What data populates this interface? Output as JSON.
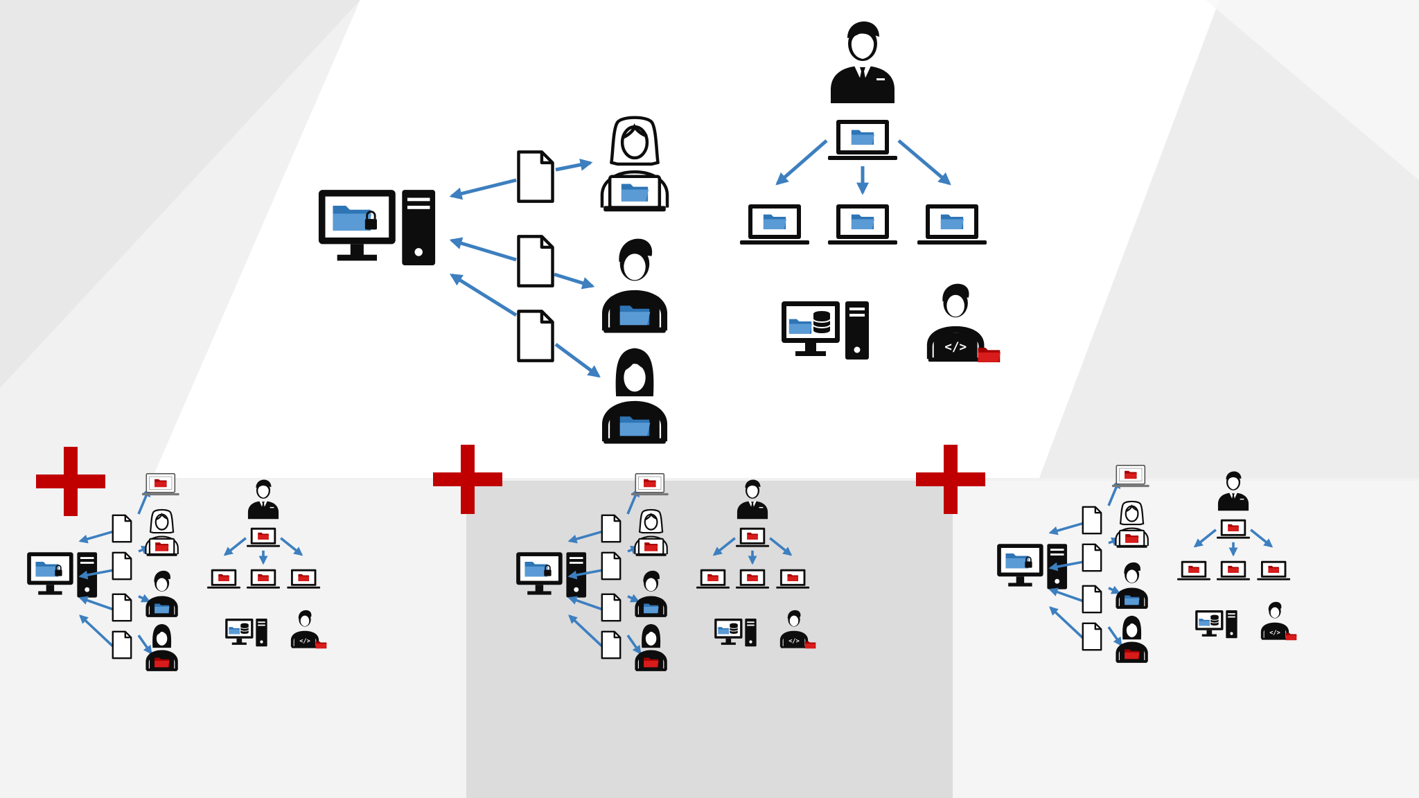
{
  "colors": {
    "black": "#0d0d0d",
    "blue": "#2e75b6",
    "arrow_blue": "#3d7fbf",
    "red": "#cc0000",
    "panel_light": "#f4f4f5",
    "panel_mid": "#dcdcdd",
    "background": "#f2f2f3"
  },
  "scenes": [
    {
      "id": "main",
      "variant": "main"
    },
    {
      "id": "combo-left",
      "variant": "left"
    },
    {
      "id": "combo-middle",
      "variant": "middle"
    },
    {
      "id": "combo-right",
      "variant": "right"
    }
  ],
  "icons": {
    "workstation": "desktop-tower-icon",
    "document": "document-icon",
    "manager": "businessman-icon",
    "laptop": "laptop-folder-icon",
    "woman": "woman-laptop-icon",
    "man": "man-laptop-icon",
    "developer": "developer-icon",
    "database": "database-workstation-icon",
    "plus": "plus-icon"
  }
}
